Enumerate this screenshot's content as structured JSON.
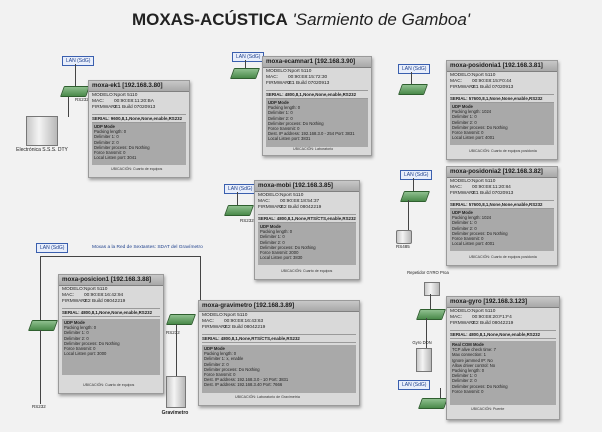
{
  "title": {
    "bold": "MOXAS-ACÚSTICA",
    "italic": "'Sarmiento de Gamboa'"
  },
  "lan_label": "LAN (SdG)",
  "labels": {
    "modelo": "MODELO:",
    "mac": "MAC:",
    "firmware": "FIRMWARE:",
    "ubicacion": "UBICACIÓN:",
    "port_rs232": "RS232",
    "port_rs485": "RS485",
    "port_rs422": "RS422",
    "port_lan": "LAN",
    "port_rs": "RS",
    "eq_electronica": "Electrónica S.S.S. DTY",
    "eq_gravimetro": "Gravímetro",
    "eq_repetidor": "Repetidor GYRO Proa",
    "eq_gyro_anden": "Gyro DDN",
    "note_gravimetro": "Moxas a la Red de Sextantes: SDAT del Gravímetro",
    "eq_rs485_device": "RS485"
  },
  "moxas": [
    {
      "name": "moxa-ek1 [192.168.3.80]",
      "modelo": "Nport 5110",
      "mac": "00:90:E8:11:20:BA",
      "firmware": "2.1 Build 07020913",
      "serial": "SERIAL: 9600,8,1,None,None,enable,RS232",
      "mode": [
        "UDP Mode",
        "Packing length: 0",
        "Delimiter 1: 0",
        "Delimiter 2: 0",
        "Delimiter process: Do Nothing",
        "Force transmit: 0",
        "Local Listen port: 3041"
      ],
      "ubicacion": "Cuarto de equipos"
    },
    {
      "name": "moxa-ecamnar1 [192.168.3.90]",
      "modelo": "Nport 5110",
      "mac": "00:90:E8:15:72:30",
      "firmware": "2.1 Build 07020913",
      "serial": "SERIAL: 4800,8,1,None,None,enable,RS232",
      "mode": [
        "UDP Mode",
        "Packing length: 0",
        "Delimiter 1: 0",
        "Delimiter 2: 0",
        "Delimiter process: Do Nothing",
        "Force transmit: 0",
        "Dest. IP address: 192.168.3.0 - 254  Port: 3831",
        "Local Listen port: 3831"
      ],
      "ubicacion": "Laboratorio"
    },
    {
      "name": "moxa-posidonia1 [192.168.3.81]",
      "modelo": "Nport 5110",
      "mac": "00:90:E8:15:F0:44",
      "firmware": "2.1 Build 07020913",
      "serial": "SERIAL: 57600,8,1,None,None,enable,RS232",
      "mode": [
        "UDP Mode",
        "Packing length: 1024",
        "Delimiter 1: 0",
        "Delimiter 2: 0",
        "Delimiter process: Do Nothing",
        "Force transmit: 0",
        "Local Listen port: 4001"
      ],
      "ubicacion": "Cuarto de equipos posidonia"
    },
    {
      "name": "moxa-mobi [192.168.3.85]",
      "modelo": "Nport 5110",
      "mac": "00:90:E8:18:54:37",
      "firmware": "2.2 Build 08042219",
      "serial": "SERIAL: 4800,8,1,None,RTS/CTS,enable,RS232",
      "mode": [
        "UDP Mode",
        "Packing length: 0",
        "Delimiter 1: 0",
        "Delimiter 2: 0",
        "Delimiter process: Do Nothing",
        "Force transmit: 2000",
        "Local Listen port: 3830"
      ],
      "ubicacion": "Cuarto de equipos"
    },
    {
      "name": "moxa-posidonia2 [192.168.3.82]",
      "modelo": "Nport 5110",
      "mac": "00:90:E8:11:20:84",
      "firmware": "2.1 Build 07020913",
      "serial": "SERIAL: 57600,8,1,None,None,enable,RS232",
      "mode": [
        "UDP Mode",
        "Packing length: 1024",
        "Delimiter 1: 0",
        "Delimiter 2: 0",
        "Delimiter process: Do Nothing",
        "Force transmit: 0",
        "Local Listen port: 4001"
      ],
      "ubicacion": "Cuarto de equipos posidonia"
    },
    {
      "name": "moxa-posicion1 [192.168.3.88]",
      "modelo": "Nport 5110",
      "mac": "00:90:E8:16:42:94",
      "firmware": "2.2 Build 08042219",
      "serial": "SERIAL: 4800,8,1,None,None,enable,RS232",
      "mode": [
        "UDP Mode",
        "Packing length: 0",
        "Delimiter 1: 0",
        "Delimiter 2: 0",
        "Delimiter process: Do Nothing",
        "Force transmit: 0",
        "Local Listen port: 3000"
      ],
      "ubicacion": "Cuarto de equipos"
    },
    {
      "name": "moxa-gravimetro [192.168.3.89]",
      "modelo": "Nport 5110",
      "mac": "00:90:E8:16:43:63",
      "firmware": "2.2 Build 08042219",
      "serial": "SERIAL: 4800,8,1,None,RTS/CTS,enable,RS232",
      "mode": [
        "UDP Mode",
        "Packing length: 0",
        "Delimiter 1: x, enable",
        "Delimiter 2: 0",
        "Delimiter process: Do Nothing",
        "Force transmit: 0",
        "Dest. IP address: 192.168.3.0 - 10  Port: 3831",
        "Dest. IP address: 192.168.3.40  Port: 7666"
      ],
      "ubicacion": "Laboratorio de Gravimetría"
    },
    {
      "name": "moxa-gyro [192.168.3.123]",
      "modelo": "Nport 5110",
      "mac": "00:90:E8:20:F1:F4",
      "firmware": "2.2 Build 08042219",
      "serial": "SERIAL: 4800,8,1,None,None,enable,RS232",
      "mode": [
        "Real COM Mode",
        "TCP alive check time: 7",
        "Max connection: 1",
        "Ignore jammed IP: No",
        "Allow driver control: No",
        "Packing length: 0",
        "Delimiter 1: 0",
        "Delimiter 2: 0",
        "Delimiter process: Do Nothing",
        "Force transmit: 0"
      ],
      "ubicacion": "Puente"
    }
  ]
}
